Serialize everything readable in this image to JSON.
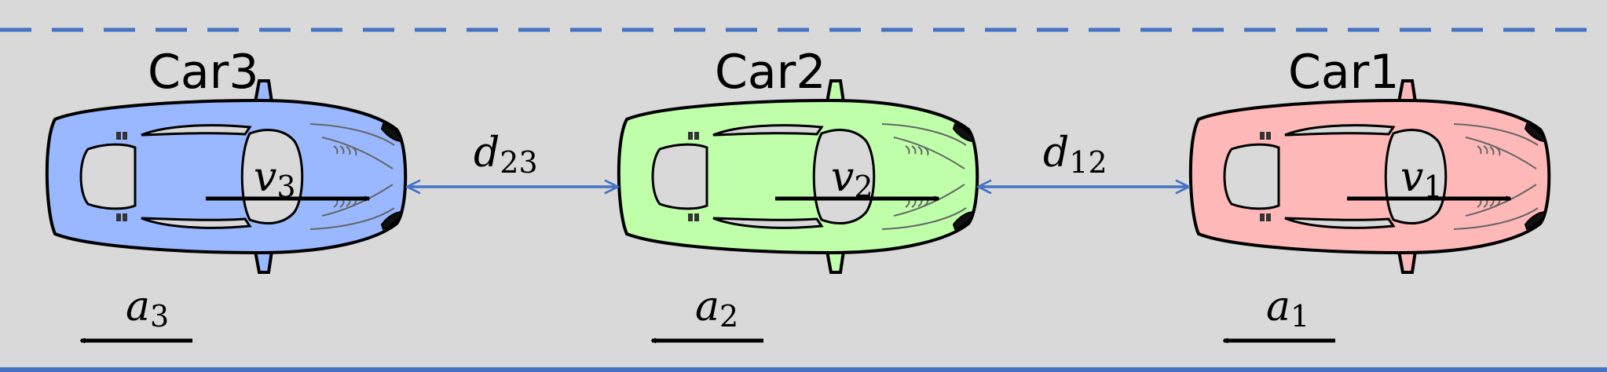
{
  "road": {
    "lane_line_color": "#4472c4",
    "edge_line_color": "#4472c4"
  },
  "cars": [
    {
      "name": "Car3",
      "velocity": "v",
      "velocity_sub": "3",
      "accel": "a",
      "accel_sub": "3",
      "color": "#99b8ff"
    },
    {
      "name": "Car2",
      "velocity": "v",
      "velocity_sub": "2",
      "accel": "a",
      "accel_sub": "2",
      "color": "#bfffaa"
    },
    {
      "name": "Car1",
      "velocity": "v",
      "velocity_sub": "1",
      "accel": "a",
      "accel_sub": "1",
      "color": "#ffb8b8"
    }
  ],
  "gaps": [
    {
      "label": "d",
      "sub": "23"
    },
    {
      "label": "d",
      "sub": "12"
    }
  ],
  "colors": {
    "arrow": "#000000",
    "gap_arrow": "#4472c4",
    "outline": "#000000",
    "window": "#d9d9d9"
  }
}
